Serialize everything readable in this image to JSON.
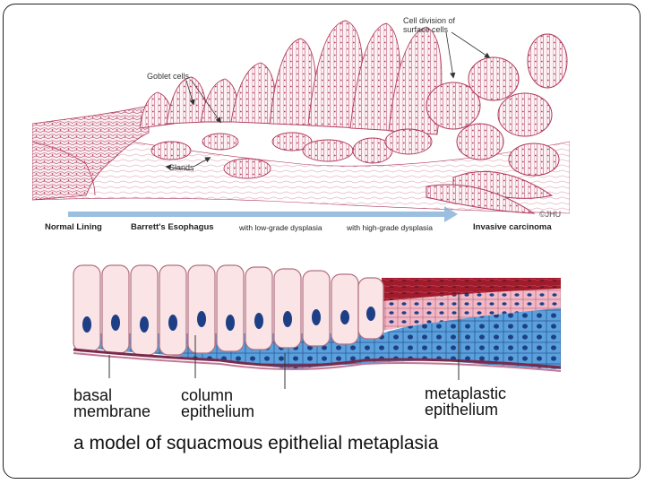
{
  "top": {
    "labels": {
      "goblet_cells": "Goblet cells",
      "glands": "Glands",
      "cell_division": "Cell division of\nsurface cells",
      "copyright": "©JHU"
    },
    "stages": [
      "Normal Lining",
      "Barrett's Esophagus",
      "with low-grade dysplasia",
      "with high-grade dysplasia",
      "Invasive carcinoma"
    ]
  },
  "bottom": {
    "labels": {
      "basal_membrane": "basal\nmembrane",
      "column_epithelium": "column\nepithelium",
      "metaplastic_epithelium": "metaplastic\nepithelium"
    },
    "caption": "a model of squacmous epithelial metaplasia"
  },
  "colors": {
    "tissue_line": "#b0385a",
    "tissue_fill": "#f7e4ea",
    "column_cell": "#fbe4e6",
    "nucleus": "#1d3f86",
    "basal_layer": "#4a90d0",
    "membrane": "#7a2a4a",
    "squamous_top": "#a01c2c",
    "arrow": "#8ab4d8"
  }
}
